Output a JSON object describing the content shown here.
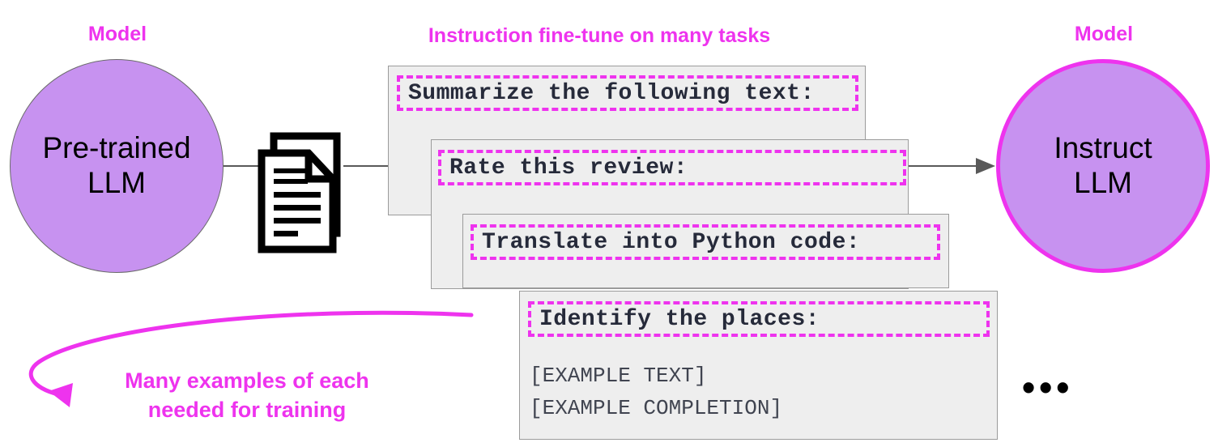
{
  "captions": {
    "model_left": "Model",
    "model_right": "Model",
    "finetune": "Instruction fine-tune on many tasks"
  },
  "nodes": {
    "pretrained": {
      "label": "Pre-trained\nLLM"
    },
    "instruct": {
      "label": "Instruct\nLLM"
    }
  },
  "cards": [
    {
      "heading": "Summarize the following text:",
      "body": ""
    },
    {
      "heading": "Rate this review:",
      "body": ""
    },
    {
      "heading": "Translate into Python code:",
      "body": ""
    },
    {
      "heading": "Identify the places:",
      "body": "[EXAMPLE TEXT]\n[EXAMPLE COMPLETION]"
    }
  ],
  "annotation": {
    "text": "Many examples of each\nneeded for training"
  },
  "ellipsis": "•••",
  "colors": {
    "magenta": "#ee33ee",
    "circle_fill": "#c792f0",
    "card_fill": "#eeeeee",
    "card_border": "#9b9b9b",
    "connector": "#595959",
    "mono_text": "#262a3a"
  }
}
